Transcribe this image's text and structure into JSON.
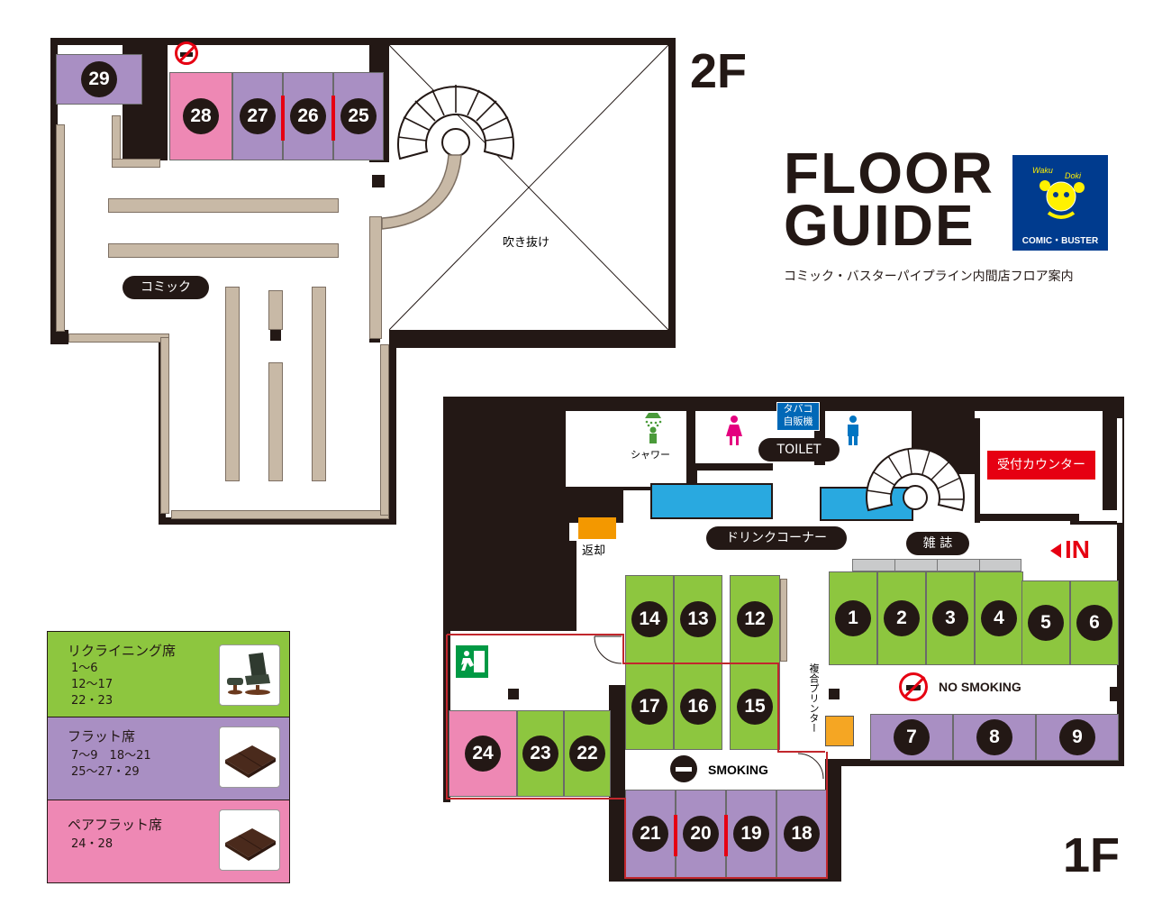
{
  "title": {
    "line1": "FLOOR",
    "line2": "GUIDE",
    "subtitle": "コミック・バスターパイプライン内間店フロア案内"
  },
  "logo": {
    "text": "COMIC・BUSTER",
    "mascot": "Waku Doki"
  },
  "floors": {
    "upper": "2F",
    "lower": "1F"
  },
  "labels": {
    "no_smoking_2f": "NO SMOKING",
    "no_smoking_1f": "NO SMOKING",
    "smoking": "SMOKING",
    "comic": "コミック",
    "atrium": "吹き抜け",
    "shower": "シャワー",
    "toilet": "TOILET",
    "vending_1": "タバコ",
    "vending_2": "自販機",
    "reception": "受付カウンター",
    "drink_corner": "ドリンクコーナー",
    "magazine": "雑 誌",
    "return": "返却",
    "printer": "複合プリンター",
    "entrance": "IN"
  },
  "seats_2f": [
    "29",
    "28",
    "27",
    "26",
    "25"
  ],
  "seats_1f": [
    "1",
    "2",
    "3",
    "4",
    "5",
    "6",
    "7",
    "8",
    "9",
    "12",
    "13",
    "14",
    "15",
    "16",
    "17",
    "18",
    "19",
    "20",
    "21",
    "22",
    "23",
    "24"
  ],
  "legend": [
    {
      "title": "リクライニング席",
      "lines": [
        "1～6",
        "12～17",
        "22・23"
      ],
      "color": "#8dc63f"
    },
    {
      "title": "フラット席",
      "lines": [
        "7～9　18～21",
        "25～27・29"
      ],
      "color": "#a98fc3"
    },
    {
      "title": "ペアフラット席",
      "lines": [
        "24・28"
      ],
      "color": "#ee88b4"
    }
  ],
  "colors": {
    "recliner": "#8dc63f",
    "flat": "#a98fc3",
    "pair": "#ee88b4",
    "red": "#e60012",
    "dark": "#231815"
  }
}
